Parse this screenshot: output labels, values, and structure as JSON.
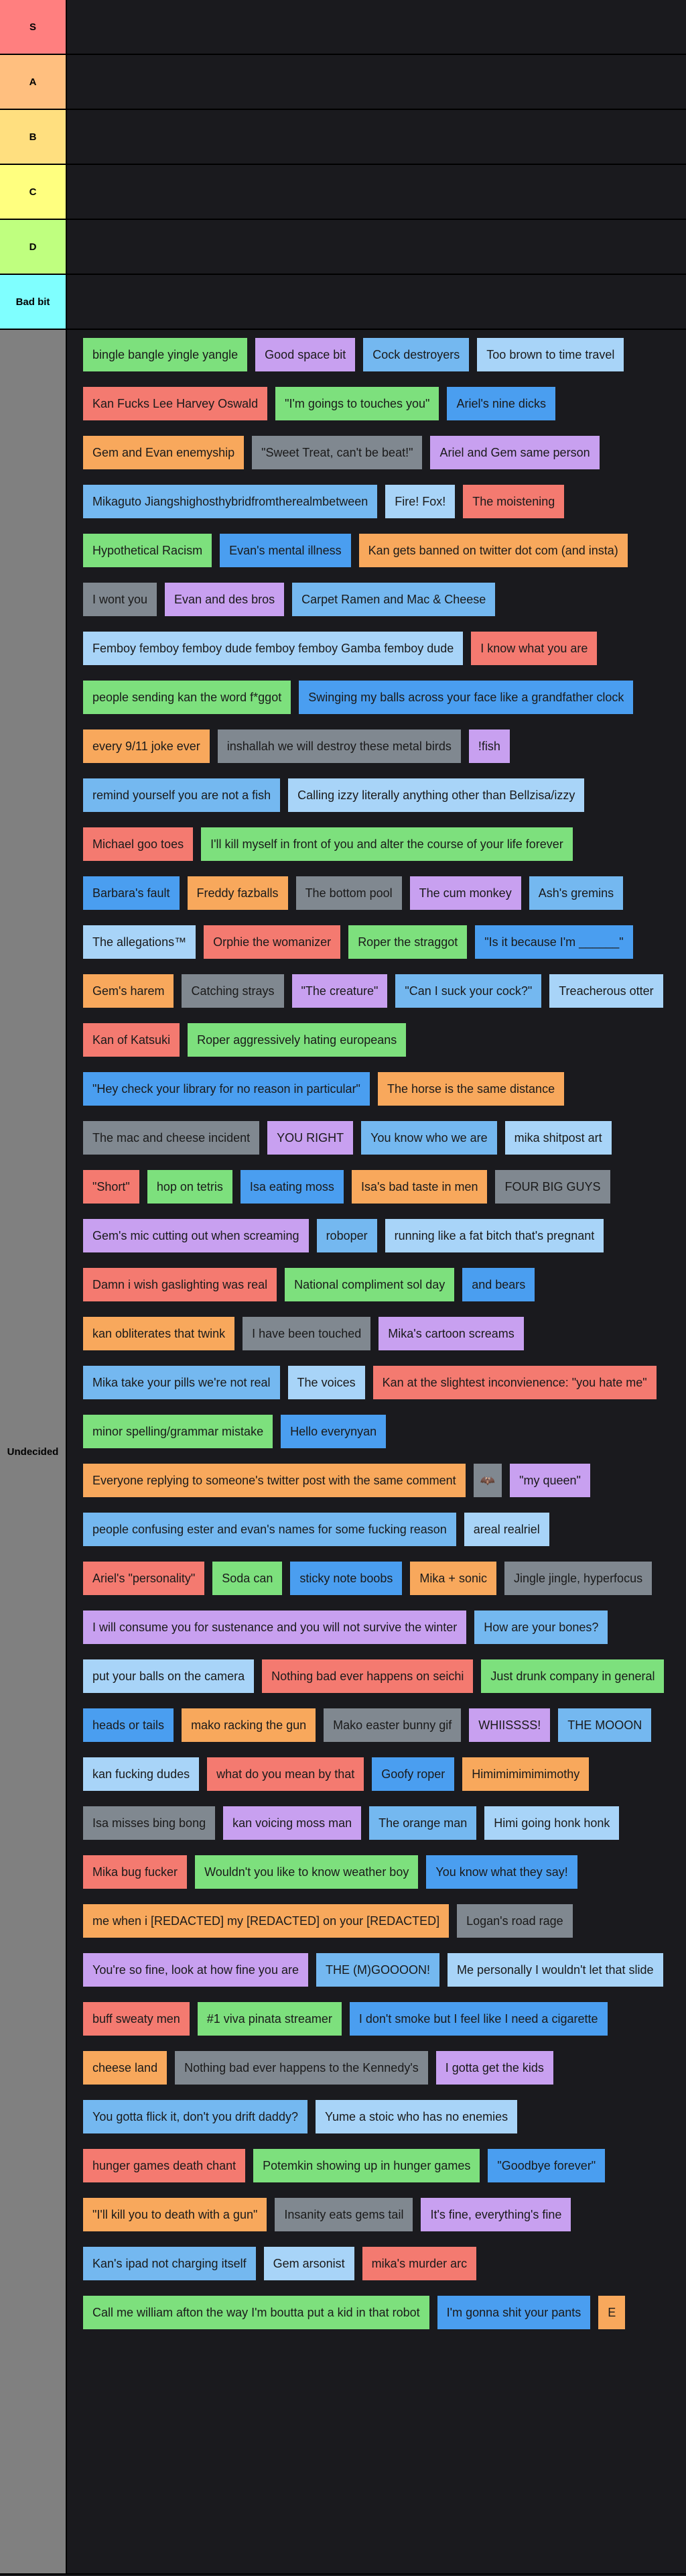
{
  "tiers": [
    {
      "label": "S",
      "color": "#ff7f7f"
    },
    {
      "label": "A",
      "color": "#ffbf7f"
    },
    {
      "label": "B",
      "color": "#ffdf7f"
    },
    {
      "label": "C",
      "color": "#ffff7f"
    },
    {
      "label": "D",
      "color": "#bfff7f"
    },
    {
      "label": "Bad bit",
      "color": "#7fffff"
    }
  ],
  "undecided": {
    "label": "Undecided",
    "color": "#808080",
    "items": [
      {
        "text": "bingle bangle yingle yangle",
        "color": "#7de07d"
      },
      {
        "text": "Good space bit",
        "color": "#c8a0f0"
      },
      {
        "text": "Cock destroyers",
        "color": "#74b8f0"
      },
      {
        "text": "Too brown to time travel",
        "color": "#a8d4f8"
      },
      {
        "text": "Kan Fucks Lee Harvey Oswald",
        "color": "#f47a70"
      },
      {
        "text": "\"I'm goings to touches you\"",
        "color": "#7de07d"
      },
      {
        "text": "Ariel's nine dicks",
        "color": "#4a9ef0"
      },
      {
        "text": "Gem and Evan enemyship",
        "color": "#f8a85c"
      },
      {
        "text": "\"Sweet Treat, can't be beat!\"",
        "color": "#808890"
      },
      {
        "text": "Ariel and Gem same person",
        "color": "#c8a0f0"
      },
      {
        "text": "Mikaguto Jiangshighosthybridfromtherealmbetween",
        "color": "#74b8f0"
      },
      {
        "text": "Fire! Fox!",
        "color": "#a8d4f8"
      },
      {
        "text": "The moistening",
        "color": "#f47a70"
      },
      {
        "text": "Hypothetical Racism",
        "color": "#7de07d"
      },
      {
        "text": "Evan's mental illness",
        "color": "#4a9ef0"
      },
      {
        "text": "Kan gets banned on twitter dot com (and insta)",
        "color": "#f8a85c"
      },
      {
        "text": "I wont you",
        "color": "#808890"
      },
      {
        "text": "Evan and des bros",
        "color": "#c8a0f0"
      },
      {
        "text": "Carpet Ramen and Mac & Cheese",
        "color": "#74b8f0"
      },
      {
        "text": "Femboy femboy femboy dude femboy femboy Gamba femboy dude",
        "color": "#a8d4f8"
      },
      {
        "text": "I know what you are",
        "color": "#f47a70"
      },
      {
        "text": "people sending kan the word f*ggot",
        "color": "#7de07d"
      },
      {
        "text": "Swinging my balls across your face like a grandfather clock",
        "color": "#4a9ef0"
      },
      {
        "text": "every 9/11 joke ever",
        "color": "#f8a85c"
      },
      {
        "text": "inshallah we will destroy these metal birds",
        "color": "#808890"
      },
      {
        "text": "!fish",
        "color": "#c8a0f0"
      },
      {
        "text": "remind yourself you are not a fish",
        "color": "#74b8f0"
      },
      {
        "text": "Calling izzy literally anything other than Bellzisa/izzy",
        "color": "#a8d4f8"
      },
      {
        "text": "Michael goo toes",
        "color": "#f47a70"
      },
      {
        "text": "I'll kill myself in front of you and alter the course of your life forever",
        "color": "#7de07d"
      },
      {
        "text": "Barbara's fault",
        "color": "#4a9ef0"
      },
      {
        "text": "Freddy fazballs",
        "color": "#f8a85c"
      },
      {
        "text": "The bottom pool",
        "color": "#808890"
      },
      {
        "text": "The cum monkey",
        "color": "#c8a0f0"
      },
      {
        "text": "Ash's gremins",
        "color": "#74b8f0"
      },
      {
        "text": "The allegations™",
        "color": "#a8d4f8"
      },
      {
        "text": "Orphie the womanizer",
        "color": "#f47a70"
      },
      {
        "text": "Roper the straggot",
        "color": "#7de07d"
      },
      {
        "text": "\"Is it because I'm ______\"",
        "color": "#4a9ef0"
      },
      {
        "text": "Gem's harem",
        "color": "#f8a85c"
      },
      {
        "text": "Catching strays",
        "color": "#808890"
      },
      {
        "text": "\"The creature\"",
        "color": "#c8a0f0"
      },
      {
        "text": "\"Can I suck your cock?\"",
        "color": "#74b8f0"
      },
      {
        "text": "Treacherous otter",
        "color": "#a8d4f8"
      },
      {
        "text": "Kan of Katsuki",
        "color": "#f47a70"
      },
      {
        "text": "Roper aggressively hating europeans",
        "color": "#7de07d"
      },
      {
        "text": "\"Hey check your library for no reason in particular\"",
        "color": "#4a9ef0"
      },
      {
        "text": "The horse is the same distance",
        "color": "#f8a85c"
      },
      {
        "text": "The mac and cheese incident",
        "color": "#808890"
      },
      {
        "text": "YOU RIGHT",
        "color": "#c8a0f0"
      },
      {
        "text": "You know who we are",
        "color": "#74b8f0"
      },
      {
        "text": "mika shitpost art",
        "color": "#a8d4f8"
      },
      {
        "text": "\"Short\"",
        "color": "#f47a70"
      },
      {
        "text": "hop on tetris",
        "color": "#7de07d"
      },
      {
        "text": "Isa eating moss",
        "color": "#4a9ef0"
      },
      {
        "text": "Isa's bad taste in men",
        "color": "#f8a85c"
      },
      {
        "text": "FOUR BIG GUYS",
        "color": "#808890"
      },
      {
        "text": "Gem's mic cutting out when screaming",
        "color": "#c8a0f0"
      },
      {
        "text": "roboper",
        "color": "#74b8f0"
      },
      {
        "text": "running like a fat bitch that's pregnant",
        "color": "#a8d4f8"
      },
      {
        "text": "Damn i wish gaslighting was real",
        "color": "#f47a70"
      },
      {
        "text": "National compliment sol day",
        "color": "#7de07d"
      },
      {
        "text": "and bears",
        "color": "#4a9ef0"
      },
      {
        "text": "kan obliterates that twink",
        "color": "#f8a85c"
      },
      {
        "text": "I have been touched",
        "color": "#808890"
      },
      {
        "text": "Mika's cartoon screams",
        "color": "#c8a0f0"
      },
      {
        "text": "Mika take your pills we're not real",
        "color": "#74b8f0"
      },
      {
        "text": "The voices",
        "color": "#a8d4f8"
      },
      {
        "text": "Kan at the slightest inconvienence: \"you hate me\"",
        "color": "#f47a70"
      },
      {
        "text": "minor spelling/grammar mistake",
        "color": "#7de07d"
      },
      {
        "text": "Hello everynyan",
        "color": "#4a9ef0"
      },
      {
        "text": "Everyone replying to someone's twitter post with the same comment",
        "color": "#f8a85c"
      },
      {
        "text": "",
        "color": "#808890",
        "icon": "creature-image-icon"
      },
      {
        "text": "\"my queen\"",
        "color": "#c8a0f0"
      },
      {
        "text": "people confusing ester and evan's names for some fucking reason",
        "color": "#74b8f0"
      },
      {
        "text": "areal realriel",
        "color": "#a8d4f8"
      },
      {
        "text": "Ariel's \"personality\"",
        "color": "#f47a70"
      },
      {
        "text": "Soda can",
        "color": "#7de07d"
      },
      {
        "text": "sticky note boobs",
        "color": "#4a9ef0"
      },
      {
        "text": "Mika + sonic",
        "color": "#f8a85c"
      },
      {
        "text": "Jingle jingle, hyperfocus",
        "color": "#808890"
      },
      {
        "text": "I will consume you for sustenance and you will not survive the winter",
        "color": "#c8a0f0"
      },
      {
        "text": "How are your bones?",
        "color": "#74b8f0"
      },
      {
        "text": "put your balls on the camera",
        "color": "#a8d4f8"
      },
      {
        "text": "Nothing bad ever happens on seichi",
        "color": "#f47a70"
      },
      {
        "text": "Just drunk company in general",
        "color": "#7de07d"
      },
      {
        "text": "heads or tails",
        "color": "#4a9ef0"
      },
      {
        "text": "mako racking the gun",
        "color": "#f8a85c"
      },
      {
        "text": "Mako easter bunny gif",
        "color": "#808890"
      },
      {
        "text": "WHIISSSS!",
        "color": "#c8a0f0"
      },
      {
        "text": "THE MOOON",
        "color": "#74b8f0"
      },
      {
        "text": "kan fucking dudes",
        "color": "#a8d4f8"
      },
      {
        "text": "what do you mean by that",
        "color": "#f47a70"
      },
      {
        "text": "Goofy roper",
        "color": "#4a9ef0"
      },
      {
        "text": "Himimimimimimothy",
        "color": "#f8a85c"
      },
      {
        "text": "Isa misses bing bong",
        "color": "#808890"
      },
      {
        "text": "kan voicing moss man",
        "color": "#c8a0f0"
      },
      {
        "text": "The orange man",
        "color": "#74b8f0"
      },
      {
        "text": "Himi going honk honk",
        "color": "#a8d4f8"
      },
      {
        "text": "Mika bug fucker",
        "color": "#f47a70"
      },
      {
        "text": "Wouldn't you like to know weather boy",
        "color": "#7de07d"
      },
      {
        "text": "You know what they say!",
        "color": "#4a9ef0"
      },
      {
        "text": "me when i [REDACTED] my [REDACTED] on your [REDACTED]",
        "color": "#f8a85c"
      },
      {
        "text": "Logan's road rage",
        "color": "#808890"
      },
      {
        "text": "You're so fine, look at how fine you are",
        "color": "#c8a0f0"
      },
      {
        "text": "THE (M)GOOOON!",
        "color": "#74b8f0"
      },
      {
        "text": "Me personally I wouldn't let that slide",
        "color": "#a8d4f8"
      },
      {
        "text": "buff sweaty men",
        "color": "#f47a70"
      },
      {
        "text": "#1 viva pinata streamer",
        "color": "#7de07d"
      },
      {
        "text": "I don't smoke but I feel like I need a cigarette",
        "color": "#4a9ef0"
      },
      {
        "text": "cheese land",
        "color": "#f8a85c"
      },
      {
        "text": "Nothing bad ever happens to the Kennedy's",
        "color": "#808890"
      },
      {
        "text": "I gotta get the kids",
        "color": "#c8a0f0"
      },
      {
        "text": "You gotta flick it, don't you drift daddy?",
        "color": "#74b8f0"
      },
      {
        "text": "Yume a stoic who has no enemies",
        "color": "#a8d4f8"
      },
      {
        "text": "hunger games death chant",
        "color": "#f47a70"
      },
      {
        "text": "Potemkin showing up in hunger games",
        "color": "#7de07d"
      },
      {
        "text": "\"Goodbye forever\"",
        "color": "#4a9ef0"
      },
      {
        "text": "\"I'll kill you to death with a gun\"",
        "color": "#f8a85c"
      },
      {
        "text": "Insanity eats gems tail",
        "color": "#808890"
      },
      {
        "text": "It's fine, everything's fine",
        "color": "#c8a0f0"
      },
      {
        "text": "Kan's ipad not charging itself",
        "color": "#74b8f0"
      },
      {
        "text": "Gem arsonist",
        "color": "#a8d4f8"
      },
      {
        "text": "mika's murder arc",
        "color": "#f47a70"
      },
      {
        "text": "Call me william afton the way I'm boutta put a kid in that robot",
        "color": "#7de07d"
      },
      {
        "text": "I'm gonna shit your pants",
        "color": "#4a9ef0"
      },
      {
        "text": "E",
        "color": "#f8a85c"
      }
    ]
  }
}
